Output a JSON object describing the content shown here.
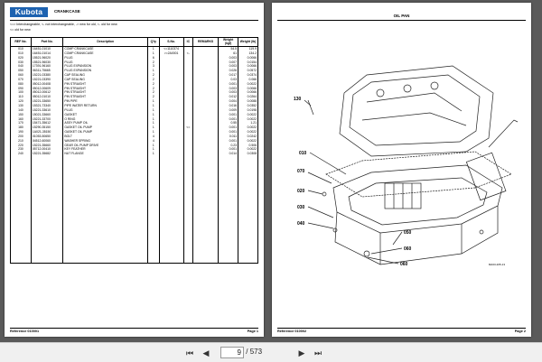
{
  "brand": "Kubota",
  "left_page": {
    "title": "CRANKCASE",
    "legend_line1": "<=> Interchangeable,   <- not interchangeable,   -> new for old,   <- old for new",
    "legend_line2": "<= old for new",
    "columns": [
      "REF No.",
      "Part No.",
      "Description",
      "Q'ty",
      "S.No.",
      "IC",
      "REMARKS",
      "Weight (kgf)",
      "Weight (lb)"
    ],
    "rows": [
      [
        "010",
        "16451-01010",
        "COMP CRANKCASE",
        "1",
        "<=1110374",
        "",
        "",
        "54.5",
        "119.9"
      ],
      [
        "010",
        "16451-01014",
        "COMP CRANKCASE",
        "1",
        ">=2A0001",
        "<-",
        "",
        "61",
        "134.2"
      ],
      [
        "020",
        "15521-96020",
        "PLUG",
        "6",
        "",
        "",
        "",
        "0.003",
        "0.0066"
      ],
      [
        "030",
        "15521-96030",
        "PLUG",
        "2",
        "",
        "",
        "",
        "0.007",
        "0.0154"
      ],
      [
        "040",
        "17391-96160",
        "PLUG EXPANSION",
        "3",
        "",
        "",
        "",
        "0.003",
        "0.0066"
      ],
      [
        "050",
        "06311-75665",
        "PLUG EXPANSION",
        "1",
        "",
        "",
        "",
        "0.026",
        "0.0572"
      ],
      [
        "060",
        "15221-03380",
        "CAP SEALING",
        "2",
        "",
        "",
        "",
        "0.017",
        "0.0374"
      ],
      [
        "070",
        "15221-03390",
        "CAP SEALING",
        "2",
        "",
        "",
        "",
        "0.03",
        "0.066"
      ],
      [
        "080",
        "05012-00408",
        "PIN STRAIGHT",
        "2",
        "",
        "",
        "",
        "0.001",
        "0.0022"
      ],
      [
        "090",
        "05012-00609",
        "PIN STRAIGHT",
        "2",
        "",
        "",
        "",
        "0.003",
        "0.0066"
      ],
      [
        "100",
        "05012-00612",
        "PIN STRAIGHT",
        "2",
        "",
        "",
        "",
        "0.003",
        "0.0066"
      ],
      [
        "110",
        "05012-01010",
        "PIN STRAIGHT",
        "2",
        "",
        "",
        "",
        "0.012",
        "0.0264"
      ],
      [
        "120",
        "15221-33650",
        "PIN PIPE",
        "1",
        "",
        "",
        "",
        "0.004",
        "0.0088"
      ],
      [
        "130",
        "15321-73340",
        "PIPE WATER RETURN",
        "1",
        "",
        "",
        "",
        "0.016",
        "0.0352"
      ],
      [
        "140",
        "15221-33610",
        "PLUG",
        "1",
        "",
        "",
        "",
        "0.009",
        "0.0198"
      ],
      [
        "150",
        "15021-33660",
        "GASKET",
        "1",
        "",
        "",
        "",
        "0.001",
        "0.0022"
      ],
      [
        "160",
        "15221-33700",
        "O RING",
        "1",
        "",
        "",
        "",
        "0.001",
        "0.0022"
      ],
      [
        "170",
        "15471-35612",
        "ASSY PUMP OIL",
        "1",
        "",
        "",
        "",
        "0.55",
        "1.21"
      ],
      [
        "180",
        "15290-35150",
        "GASKET OIL PUMP",
        "1",
        "",
        "<=",
        "",
        "0.001",
        "0.0022"
      ],
      [
        "190",
        "1A021-35150",
        "GASKET OIL PUMP",
        "1",
        "",
        "",
        "",
        "0.001",
        "0.0022"
      ],
      [
        "200",
        "01053-50650",
        "BOLT",
        "4",
        "",
        "",
        "",
        "0.011",
        "0.0242"
      ],
      [
        "210",
        "04512-60060",
        "WASHER SPRING",
        "4",
        "",
        "",
        "",
        "0.001",
        "0.0022"
      ],
      [
        "220",
        "15221-35660",
        "GEAR OIL PUMP DRIVE",
        "1",
        "",
        "",
        "",
        "0.23",
        "0.506"
      ],
      [
        "230",
        "05712-00410",
        "KEY FEATHER",
        "1",
        "",
        "",
        "",
        "0.001",
        "0.0022"
      ],
      [
        "240",
        "15221-35682",
        "NUT FLANGE",
        "1",
        "",
        "",
        "",
        "0.014",
        "0.0308"
      ]
    ],
    "reference": "Reference 010001",
    "page_label": "Page 1"
  },
  "right_page": {
    "title": "OIL PAN",
    "callouts": [
      "130",
      "010",
      "070",
      "020",
      "030",
      "040",
      "050",
      "060",
      "060"
    ],
    "figure_code": "MA03-205-13",
    "reference": "Reference 010002",
    "page_label": "Page 2"
  },
  "toolbar": {
    "current_page": "9",
    "page_sep": "/",
    "total_pages": "573"
  }
}
